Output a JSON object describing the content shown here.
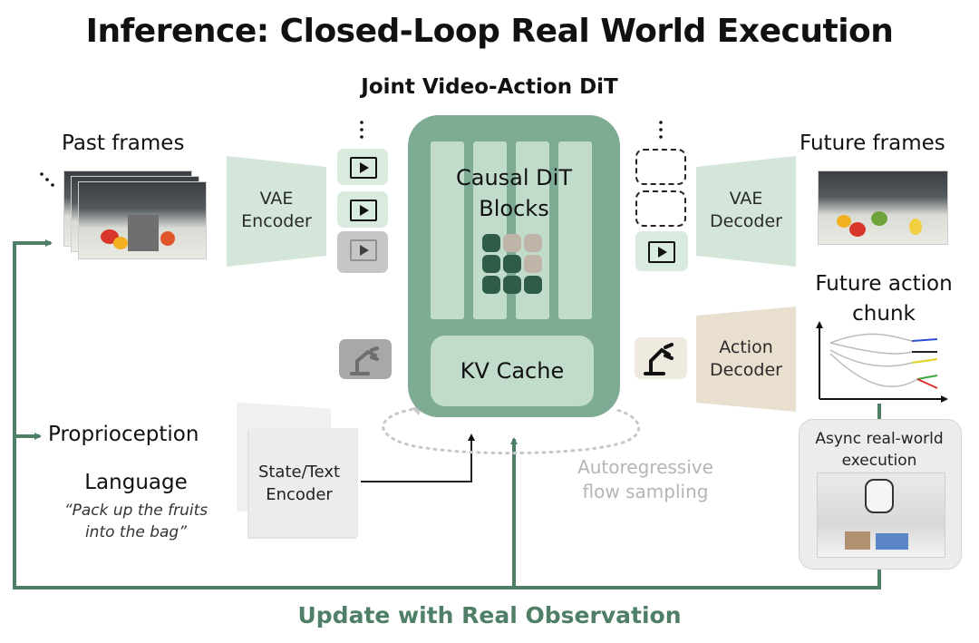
{
  "title": "Inference: Closed-Loop Real World Execution",
  "subtitle": "Joint Video-Action DiT",
  "past_frames": "Past frames",
  "future_frames": "Future frames",
  "vae_encoder": [
    "VAE",
    "Encoder"
  ],
  "vae_decoder": [
    "VAE",
    "Decoder"
  ],
  "causal_dit": [
    "Causal DiT",
    "Blocks"
  ],
  "kv_cache": "KV Cache",
  "future_action_chunk": [
    "Future action",
    "chunk"
  ],
  "action_decoder": [
    "Action",
    "Decoder"
  ],
  "async_exec": [
    "Async real-world",
    "execution"
  ],
  "proprioception": "Proprioception",
  "language": "Language",
  "language_prompt": [
    "“Pack up the fruits",
    "into the bag”"
  ],
  "state_text_encoder": [
    "State/Text",
    "Encoder"
  ],
  "autoregressive": [
    "Autoregressive",
    "flow sampling"
  ],
  "footer": "Update with Real Observation",
  "colors": {
    "green_dark": "#4f7f66",
    "green_block": "#7eab94",
    "green_light": "#d3e6d9",
    "decoder_beige": "#e8dfcf",
    "token_dark": "#2f5c49",
    "token_beige": "#bfb5a8"
  },
  "icons": [
    "ellipsis-icon",
    "play-frame-icon",
    "robot-arm-icon",
    "arrow-icon"
  ]
}
